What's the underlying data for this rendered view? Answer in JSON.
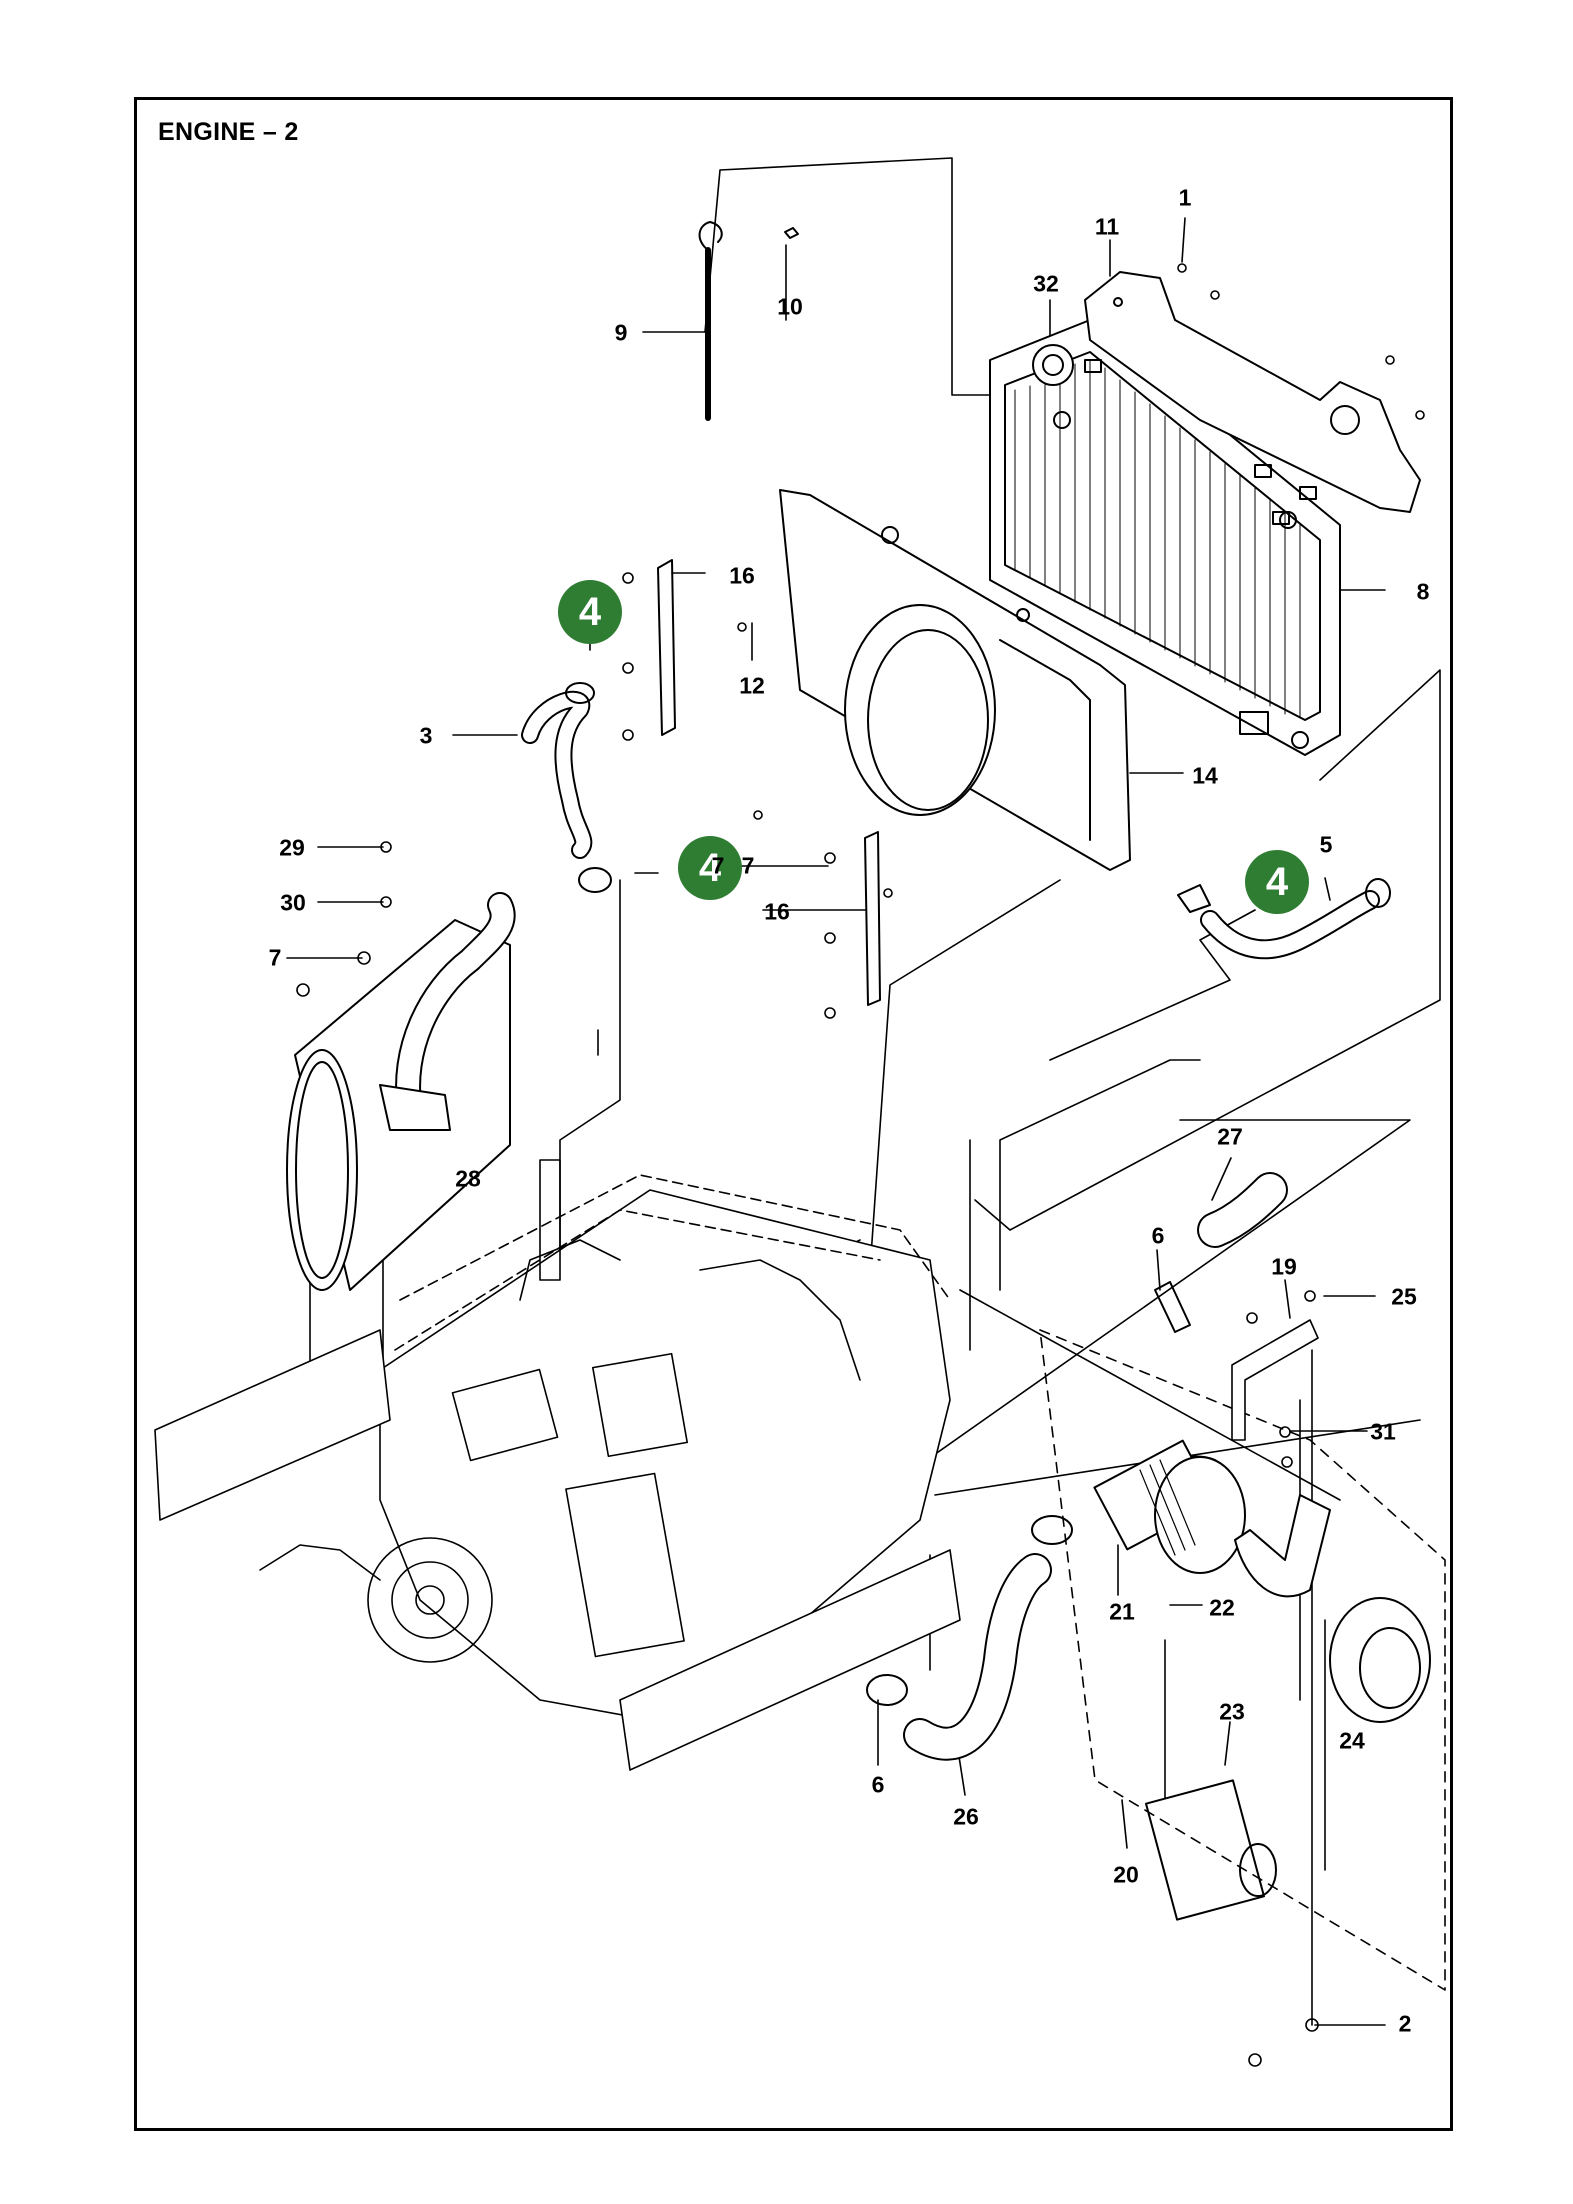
{
  "diagram": {
    "title": "ENGINE – 2",
    "callout_badge": "4",
    "part_numbers": [
      "1",
      "2",
      "3",
      "5",
      "6",
      "6",
      "7",
      "7",
      "7",
      "8",
      "9",
      "10",
      "11",
      "12",
      "14",
      "16",
      "16",
      "19",
      "20",
      "21",
      "22",
      "23",
      "24",
      "25",
      "26",
      "27",
      "28",
      "29",
      "30",
      "31",
      "32"
    ],
    "colors": {
      "line": "#000000",
      "badge": "#2e7d32",
      "badge_text": "#ffffff",
      "background": "#ffffff"
    }
  }
}
